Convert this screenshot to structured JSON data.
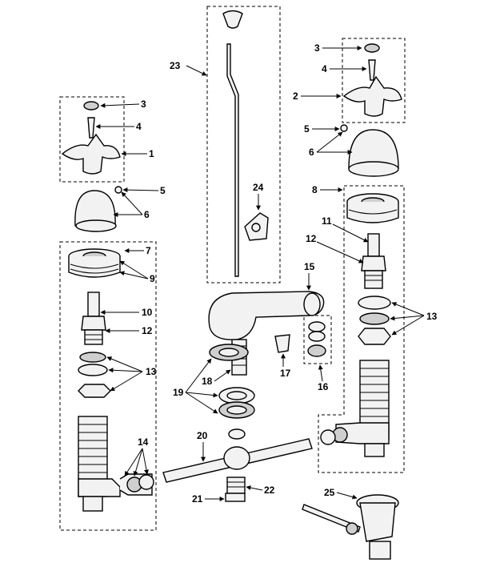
{
  "callouts": {
    "n1": "1",
    "n2": "2",
    "n3a": "3",
    "n3b": "3",
    "n4a": "4",
    "n4b": "4",
    "n5a": "5",
    "n5b": "5",
    "n6a": "6",
    "n6b": "6",
    "n7": "7",
    "n8": "8",
    "n9": "9",
    "n10": "10",
    "n11": "11",
    "n12a": "12",
    "n12b": "12",
    "n13a": "13",
    "n13b": "13",
    "n14": "14",
    "n15": "15",
    "n16": "16",
    "n17": "17",
    "n18": "18",
    "n19": "19",
    "n20": "20",
    "n21": "21",
    "n22": "22",
    "n23": "23",
    "n24": "24",
    "n25": "25"
  }
}
